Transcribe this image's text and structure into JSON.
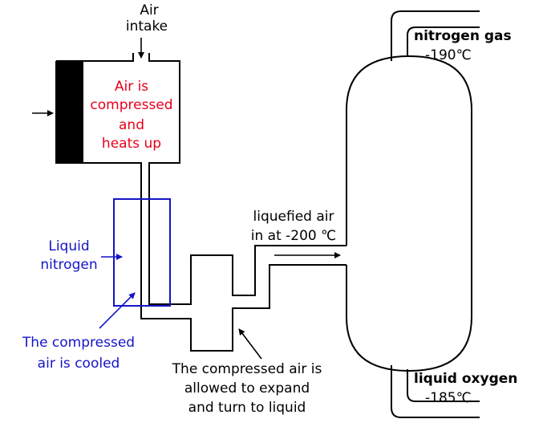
{
  "labels": {
    "air_intake": [
      "Air",
      "intake"
    ],
    "compressor": [
      "Air is",
      "compressed",
      "and",
      "heats up"
    ],
    "liquid_nitrogen": [
      "Liquid",
      "nitrogen"
    ],
    "cooled": [
      "The compressed",
      "air is cooled"
    ],
    "expand": [
      "The compressed air is",
      "allowed to expand",
      "and turn to liquid"
    ],
    "liquefied": [
      "liquefied air",
      "in at -200 ℃"
    ],
    "nitrogen_gas": "nitrogen gas",
    "nitrogen_temp": "-190℃",
    "liquid_oxygen": "liquid oxygen",
    "oxygen_temp": "-185℃"
  },
  "colors": {
    "line": "#000000",
    "compressor_text": "#e8001c",
    "coolant": "#1414c8",
    "piston": "#000000"
  }
}
